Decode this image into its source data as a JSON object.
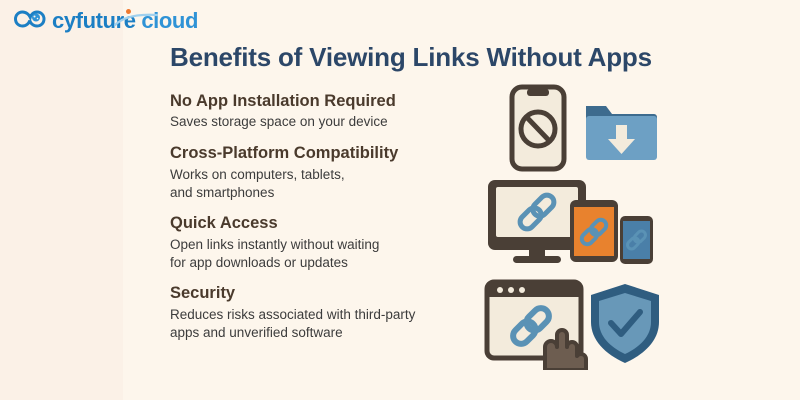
{
  "brand": {
    "logo_icon": "cloud-infinity-logo-icon",
    "name_part1": "cyfuture",
    "name_part2": "cloud",
    "accent_blue": "#2f93d6",
    "accent_orange": "#f07a30"
  },
  "headline": "Benefits of Viewing Links Without Apps",
  "colors": {
    "background": "#fdf6ec",
    "background_left": "#fbf1e7",
    "headline": "#2c4768",
    "benefit_title": "#4a3a2c",
    "benefit_desc": "#3c3c3c",
    "dark_brown": "#4a3f36",
    "screen_cream": "#f3ebdc",
    "link_blue": "#5a92b5",
    "folder_dark": "#3d6b8e",
    "folder_light": "#6da0c4",
    "tablet_orange": "#e8822e",
    "phone_blue": "#4a7fa8",
    "shield_dark": "#2f5d80",
    "shield_light": "#6898b8"
  },
  "benefits": [
    {
      "title": "No App Installation Required",
      "desc_lines": [
        "Saves storage space on your device"
      ]
    },
    {
      "title": "Cross-Platform Compatibility",
      "desc_lines": [
        "Works on computers, tablets,",
        "and smartphones"
      ]
    },
    {
      "title": "Quick Access",
      "desc_lines": [
        "Open links instantly without waiting",
        "for app downloads or updates"
      ]
    },
    {
      "title": "Security",
      "desc_lines": [
        "Reduces risks associated with third-party",
        "apps and unverified software"
      ]
    }
  ],
  "illustrations": [
    {
      "id": "no-app-illustration",
      "items": [
        "smartphone-prohibited-icon",
        "folder-download-icon"
      ]
    },
    {
      "id": "cross-platform-illustration",
      "items": [
        "desktop-monitor-link-icon",
        "tablet-link-icon",
        "smartphone-link-icon"
      ]
    },
    {
      "id": "quick-access-security-illustration",
      "items": [
        "browser-window-link-icon",
        "pointing-hand-cursor-icon",
        "shield-check-icon"
      ]
    }
  ]
}
